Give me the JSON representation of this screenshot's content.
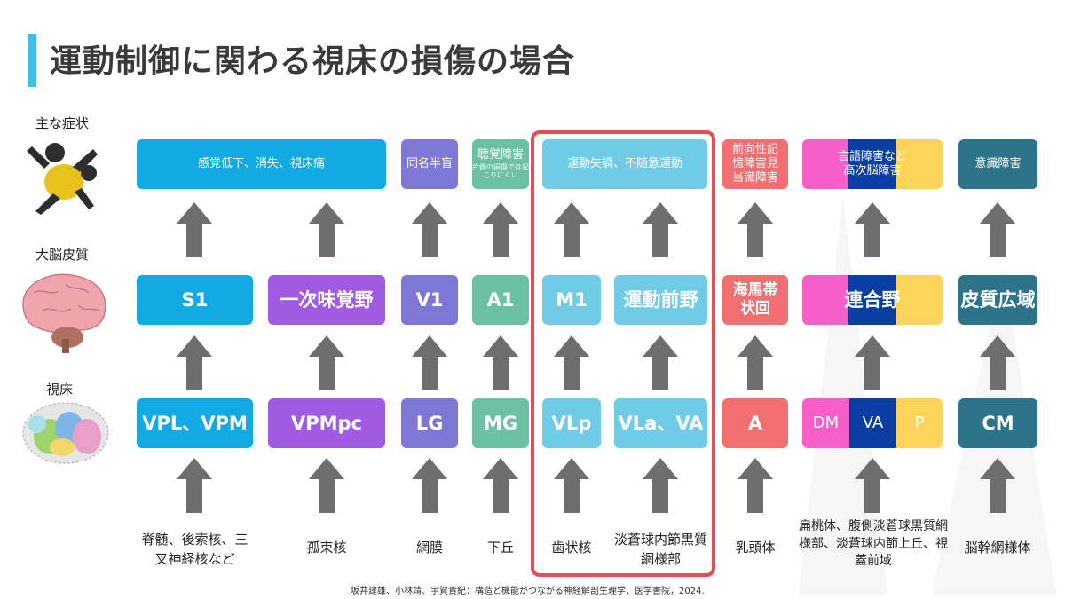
{
  "title": "運動制御に関わる視床の損傷の場合",
  "row_labels": {
    "symptoms": "主な症状",
    "cortex": "大脳皮質",
    "thalamus": "視床"
  },
  "symptoms": {
    "s1": "感覚低下、消失、視床痛",
    "hemianopia": "同名半盲",
    "hearing": "聴覚障害",
    "hearing_note": "片側の損傷では起こりにくい",
    "motor": "運動失調、不随意運動",
    "memory": "前向性記憶障害見当識障害",
    "assoc": "言語障害など高次脳障害",
    "consciousness": "意識障害"
  },
  "cortex": {
    "s1": "S1",
    "taste": "一次味覚野",
    "v1": "V1",
    "a1": "A1",
    "m1": "M1",
    "premotor": "運動前野",
    "limbic": "海馬帯状回",
    "assoc": "連合野",
    "wide": "皮質広域"
  },
  "thalamus": {
    "vpl_vpm": "VPL、VPM",
    "vpmpc": "VPMpc",
    "lg": "LG",
    "mg": "MG",
    "vlp": "VLp",
    "vla_va": "VLa、VA",
    "a": "A",
    "dm": "DM",
    "va": "VA",
    "p": "P",
    "cm": "CM"
  },
  "inputs": {
    "spinal": "脊髄、後索核、三叉神経核など",
    "solitary": "孤束核",
    "retina": "網膜",
    "colliculus": "下丘",
    "dentate": "歯状核",
    "pallidum": "淡蒼球内節黒質網様部",
    "mammillary": "乳頭体",
    "assoc_inputs": "扁桃体、腹側淡蒼球黒質網様部、淡蒼球内節上丘、視蓋前域",
    "reticular": "脳幹網様体"
  },
  "citation": "坂井建雄、小林靖、宇賀貴紀：構造と機能がつながる神経解剖生理学．医学書院，2024.",
  "colors": {
    "title_bar": "#3bbfe6",
    "somatosensory": "#13a9e3",
    "taste": "#a05be2",
    "visual": "#7d77d6",
    "auditory": "#6cc0a3",
    "motor": "#6fcbe6",
    "limbic": "#f26f71",
    "assoc_pink": "#f65fc7",
    "assoc_navy": "#0a3ea3",
    "assoc_yellow": "#fcd45a",
    "consciousness": "#2d7389",
    "arrow": "#6e6e6e",
    "highlight": "#e94b55"
  },
  "icons": [
    "gorilla-falling-icon",
    "brain-icon",
    "thalamus-icon",
    "up-arrow-icon"
  ]
}
